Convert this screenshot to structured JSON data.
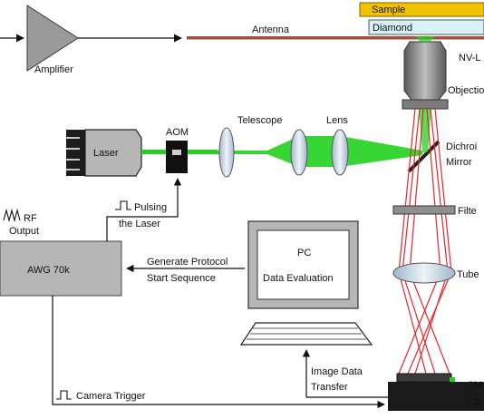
{
  "labels": {
    "amplifier": "Amplifier",
    "antenna": "Antenna",
    "sample": "Sample",
    "diamond": "Diamond",
    "nv": "NV-L",
    "objective": "Objectio",
    "laser": "Laser",
    "aom": "AOM",
    "telescope": "Telescope",
    "lens": "Lens",
    "dichroic_1": "Dichroi",
    "dichroic_2": "Mirror",
    "filter": "Filte",
    "tube": "Tube",
    "camera_1": "CM",
    "camera_2": "Ca",
    "rf_1": "RF",
    "rf_2": "Output",
    "pulsing_1": "Pulsing",
    "pulsing_2": "the Laser",
    "awg": "AWG 70k",
    "protocol_1": "Generate Protocol",
    "protocol_2": "Start Sequence",
    "pc_1": "PC",
    "pc_2": "Data Evaluation",
    "image_data_1": "Image Data",
    "image_data_2": "Transfer",
    "camera_trigger": "Camera Trigger"
  },
  "colors": {
    "sample": "#f2c200",
    "diamond": "#d6f2f6",
    "antenna": "#a0523d",
    "green_beam": "#22d11e",
    "red_beam": "#e8242c",
    "block_gray": "#b6b6b6",
    "lens_blue": "#c6d6e2",
    "objective_gray": "#8a8a8a"
  },
  "icons": [
    "triangle-amplifier-icon",
    "laser-head-icon",
    "aom-crystal-icon",
    "pc-monitor-icon",
    "keyboard-icon",
    "camera-icon",
    "pulse-icon",
    "rf-wave-icon"
  ]
}
